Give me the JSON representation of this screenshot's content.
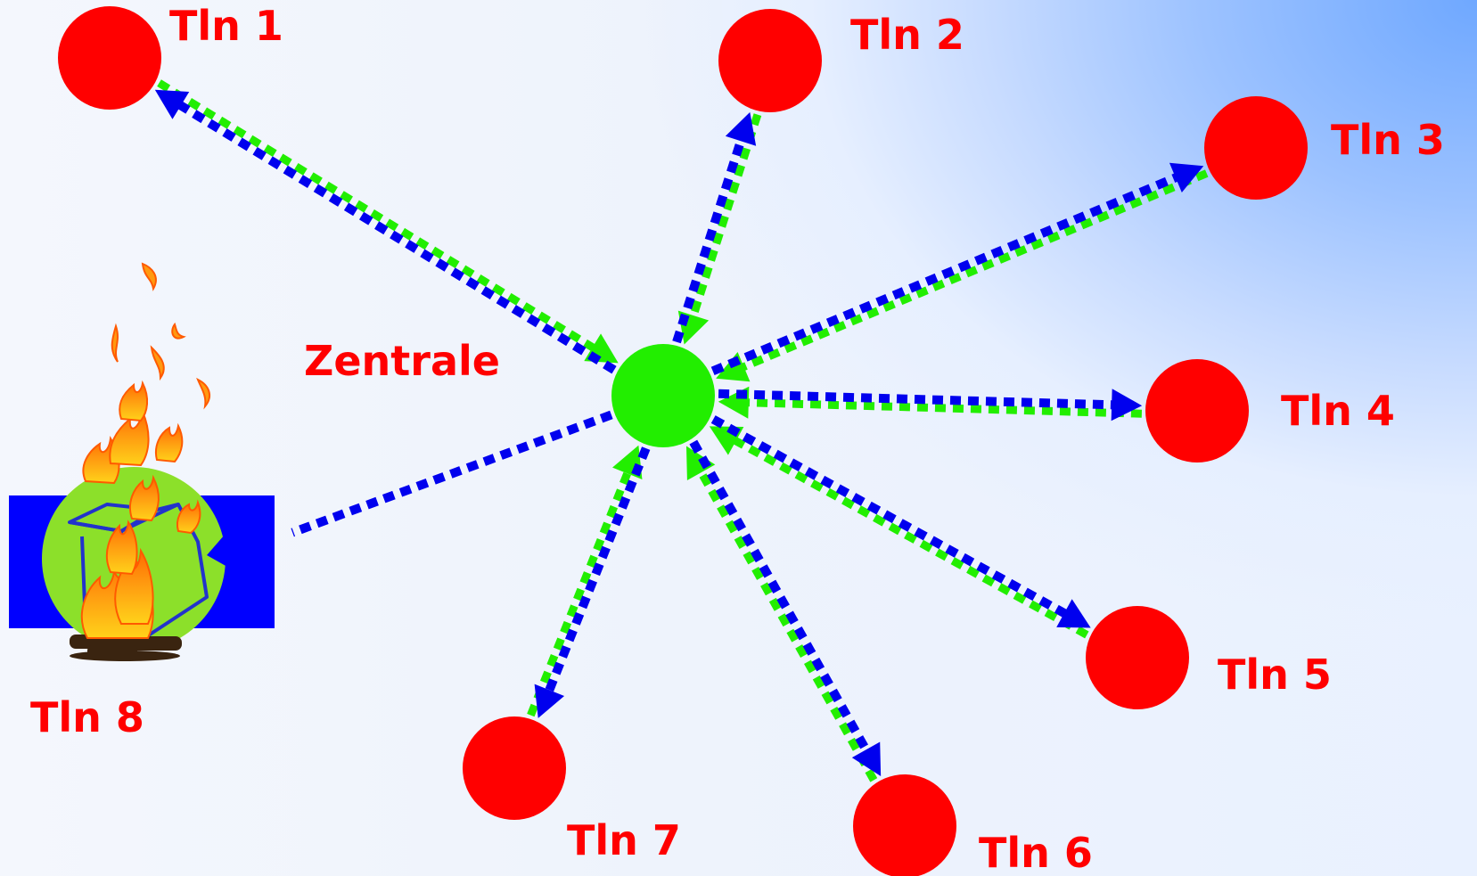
{
  "diagram": {
    "center": {
      "label": "Zentrale",
      "color": "#22ee00"
    },
    "nodes": [
      {
        "id": "tln-1",
        "label": "Tln 1",
        "color": "#ff0000"
      },
      {
        "id": "tln-2",
        "label": "Tln 2",
        "color": "#ff0000"
      },
      {
        "id": "tln-3",
        "label": "Tln 3",
        "color": "#ff0000"
      },
      {
        "id": "tln-4",
        "label": "Tln 4",
        "color": "#ff0000"
      },
      {
        "id": "tln-5",
        "label": "Tln 5",
        "color": "#ff0000"
      },
      {
        "id": "tln-6",
        "label": "Tln 6",
        "color": "#ff0000"
      },
      {
        "id": "tln-7",
        "label": "Tln 7",
        "color": "#ff0000"
      },
      {
        "id": "tln-8",
        "label": "Tln 8",
        "icon": "burning-house-icon"
      }
    ],
    "link_colors": {
      "outgoing": "#0000ee",
      "incoming": "#22ee00"
    },
    "links": [
      {
        "to": "tln-1",
        "outgoing": true,
        "incoming": true
      },
      {
        "to": "tln-2",
        "outgoing": true,
        "incoming": true
      },
      {
        "to": "tln-3",
        "outgoing": true,
        "incoming": true
      },
      {
        "to": "tln-4",
        "outgoing": true,
        "incoming": true
      },
      {
        "to": "tln-5",
        "outgoing": true,
        "incoming": true
      },
      {
        "to": "tln-6",
        "outgoing": true,
        "incoming": true
      },
      {
        "to": "tln-7",
        "outgoing": true,
        "incoming": true
      },
      {
        "to": "tln-8",
        "outgoing": true,
        "incoming": false
      }
    ]
  }
}
